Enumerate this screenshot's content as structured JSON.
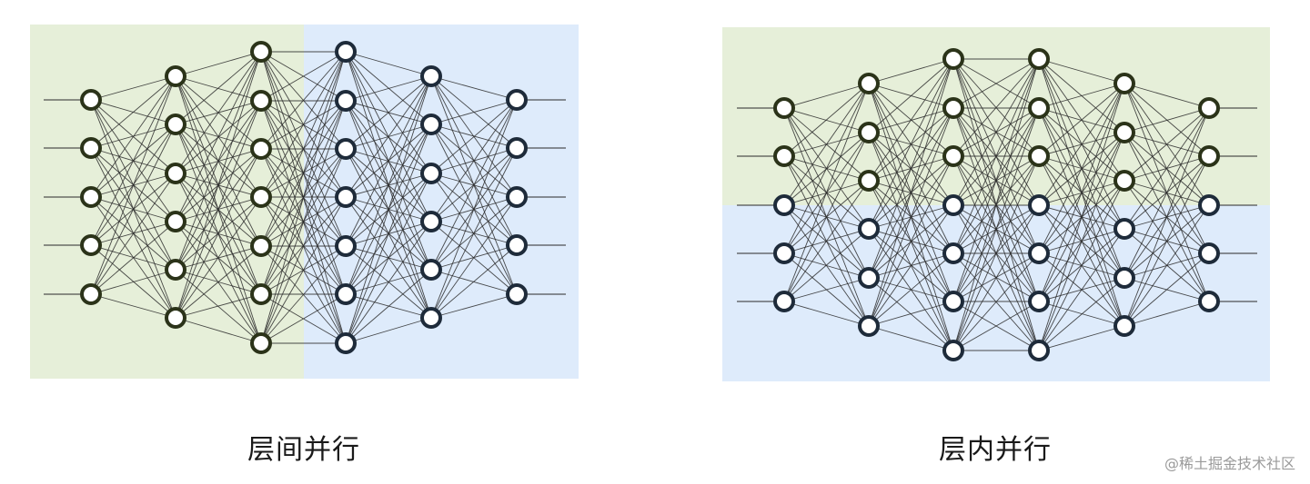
{
  "captions": {
    "left": "层间并行",
    "right": "层内并行"
  },
  "watermark": "@稀土掘金技术社区",
  "colors": {
    "green_region": "#e6efd9",
    "blue_region": "#deebfb",
    "node_dark_green": "#2b3319",
    "node_dark_blue": "#1e2b3a",
    "edge": "#2a2a2a"
  },
  "networks": {
    "left": {
      "layer_sizes": [
        5,
        6,
        7,
        7,
        6,
        5
      ]
    },
    "right": {
      "layer_sizes": [
        5,
        6,
        7,
        7,
        6,
        5
      ]
    }
  }
}
